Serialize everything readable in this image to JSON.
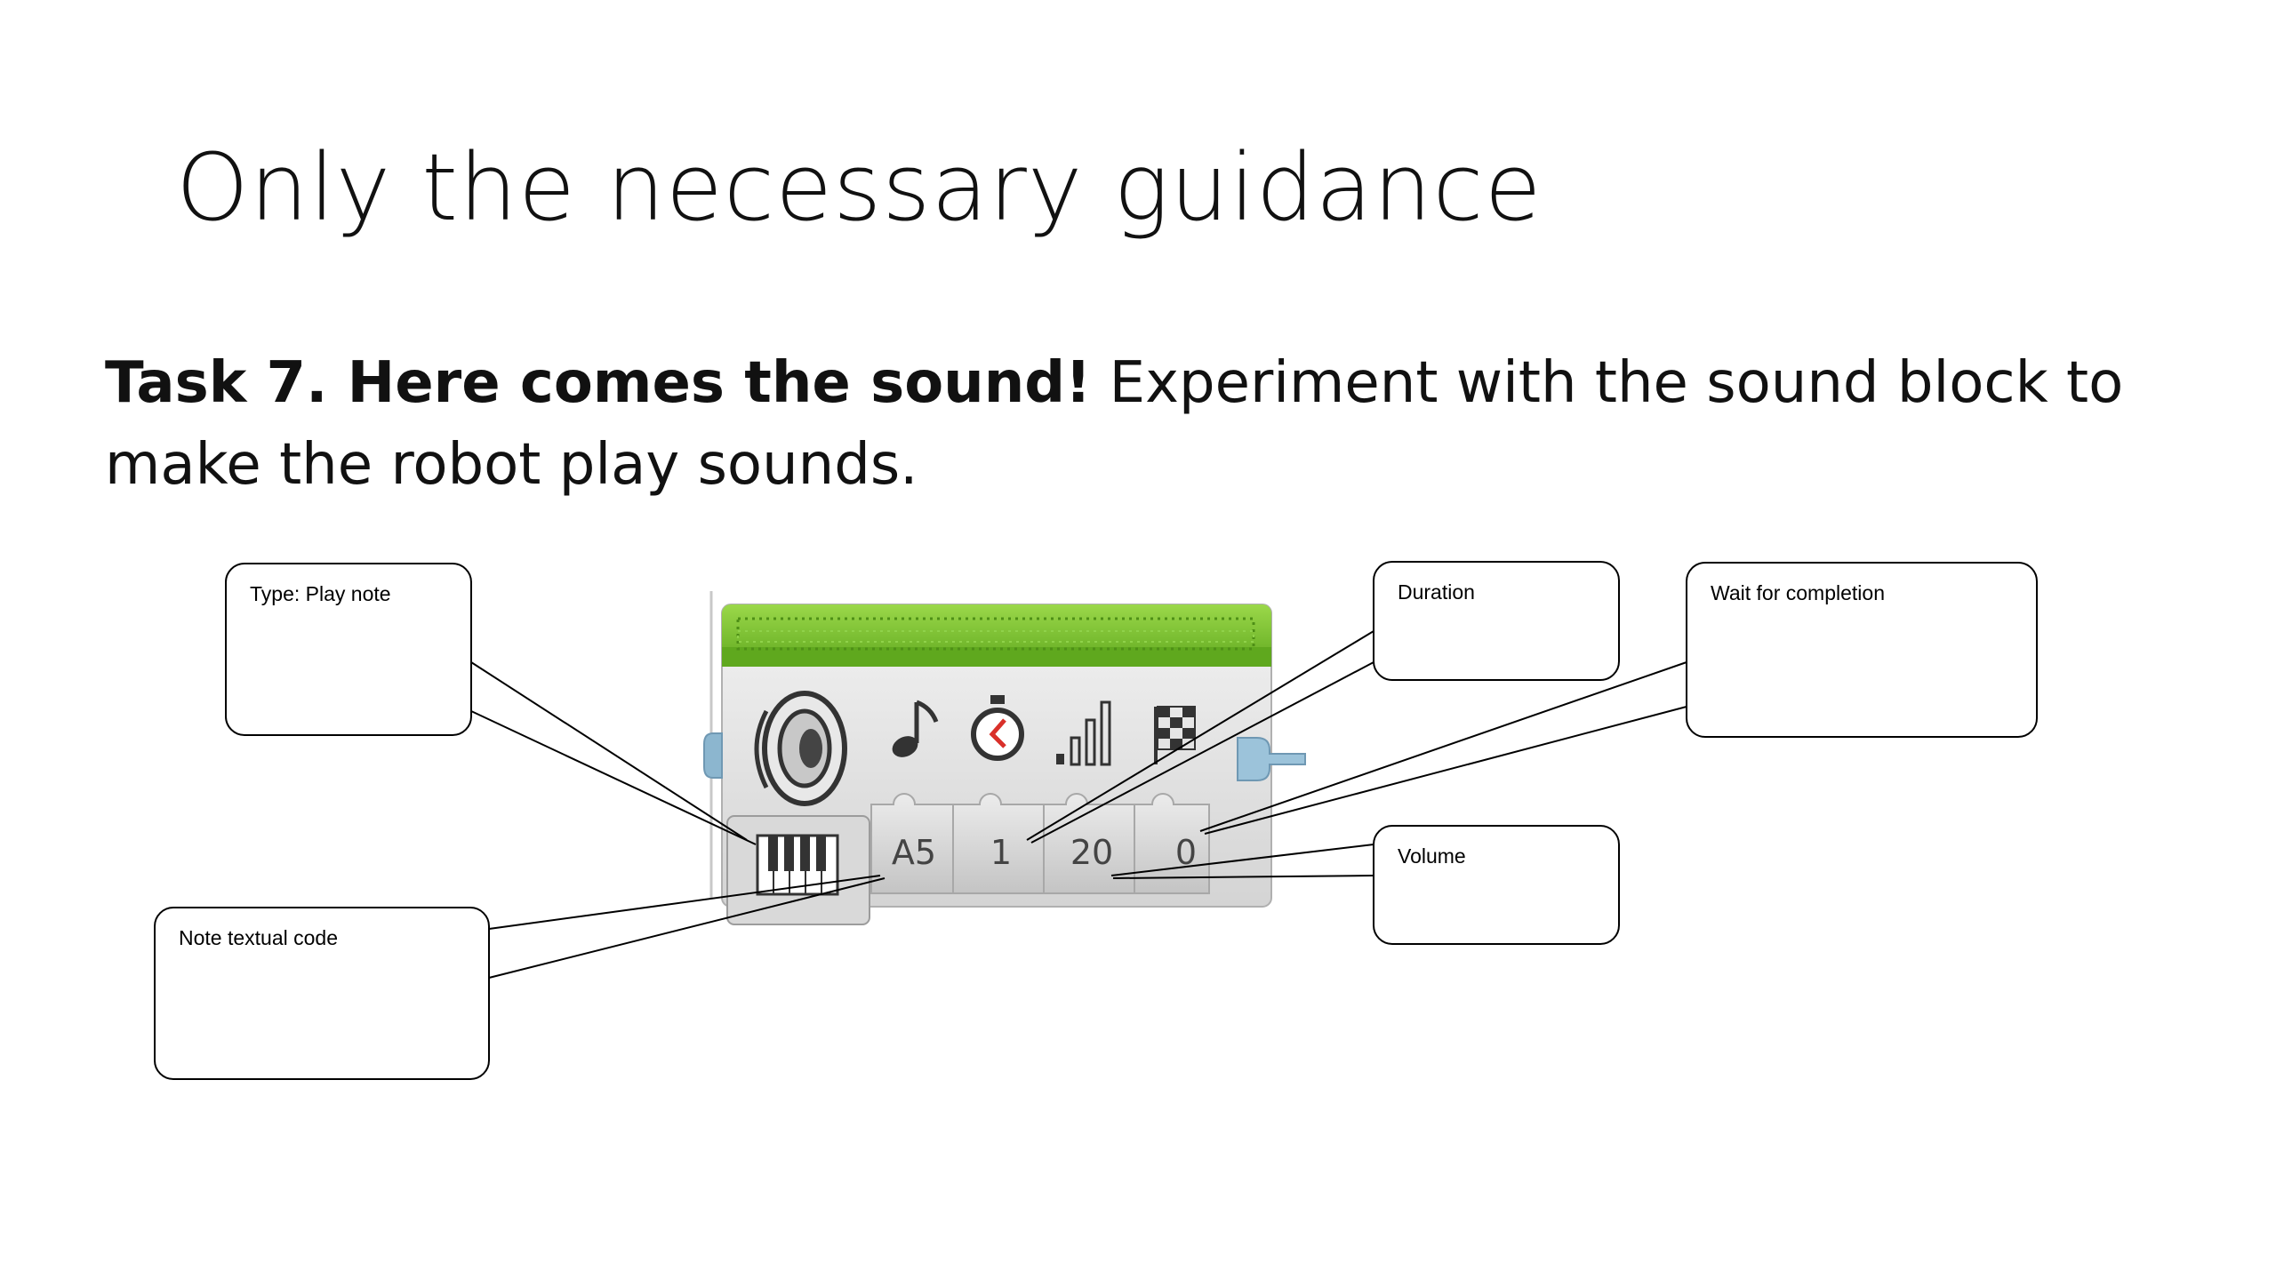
{
  "slide": {
    "title": "Only the necessary guidance",
    "task_bold": "Task 7. Here comes the sound!",
    "task_text": " Experiment with the sound block to make the robot play sounds."
  },
  "sound_block": {
    "parameters": [
      "A5",
      "1",
      "20",
      "0"
    ],
    "icons": [
      "speaker-icon",
      "music-note-icon",
      "stopwatch-icon",
      "volume-bars-icon",
      "checkered-flag-icon",
      "piano-keys-icon"
    ],
    "colors": {
      "header_green": "#7dc52e",
      "body_gray": "#dcdcdc",
      "flag_red": "#d9302a"
    }
  },
  "callouts": {
    "type": "Type: Play note",
    "note": "Note textual code",
    "duration": "Duration",
    "wait": "Wait for completion",
    "volume": "Volume"
  }
}
